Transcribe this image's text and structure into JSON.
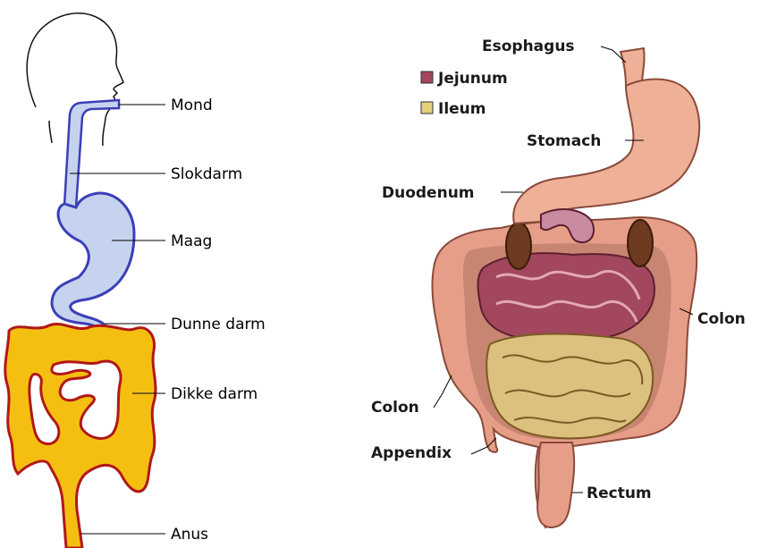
{
  "left_diagram": {
    "labels": {
      "mond": "Mond",
      "slokdarm": "Slokdarm",
      "maag": "Maag",
      "dunne_darm": "Dunne darm",
      "dikke_darm": "Dikke darm",
      "anus": "Anus"
    },
    "colors": {
      "esophagus_fill": "#c5d3ee",
      "esophagus_stroke": "#3b3fb8",
      "colon_fill": "#f5bf12",
      "colon_stroke": "#b01818"
    }
  },
  "right_diagram": {
    "legend": [
      {
        "label": "Jejunum",
        "color": "#a2475d"
      },
      {
        "label": "Ileum",
        "color": "#e6cf7a"
      }
    ],
    "labels": {
      "esophagus": "Esophagus",
      "stomach": "Stomach",
      "duodenum": "Duodenum",
      "colon_right": "Colon",
      "colon_left": "Colon",
      "appendix": "Appendix",
      "rectum": "Rectum"
    },
    "colors": {
      "stomach": "#efb098",
      "colon": "#e79e88",
      "jejunum": "#a2475d",
      "ileum": "#dcc07e"
    }
  }
}
